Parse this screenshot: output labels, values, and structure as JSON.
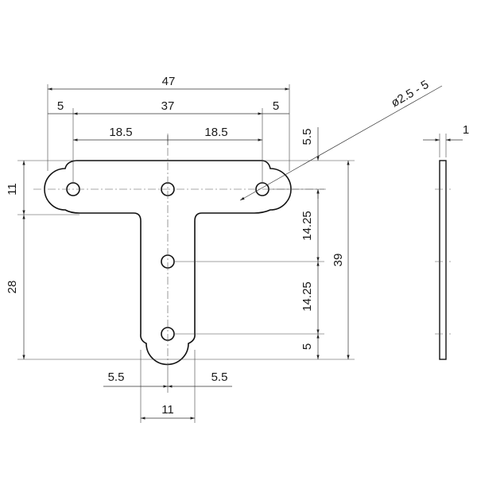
{
  "drawing": {
    "dimensions": {
      "overall_width": "47",
      "left_margin": "5",
      "hole_span": "37",
      "right_margin": "5",
      "half_span_left": "18.5",
      "half_span_right": "18.5",
      "arm_height": "11",
      "stem_height": "28",
      "top_to_hole": "5.5",
      "hole_pitch_1": "14.25",
      "hole_pitch_2": "14.25",
      "hole_to_bottom": "5",
      "total_height": "39",
      "stem_half_left": "5.5",
      "stem_half_right": "5.5",
      "stem_width": "11",
      "thickness": "1",
      "hole_callout": "ø2.5 - 5"
    },
    "colors": {
      "line": "#111111",
      "background": "#ffffff"
    }
  }
}
